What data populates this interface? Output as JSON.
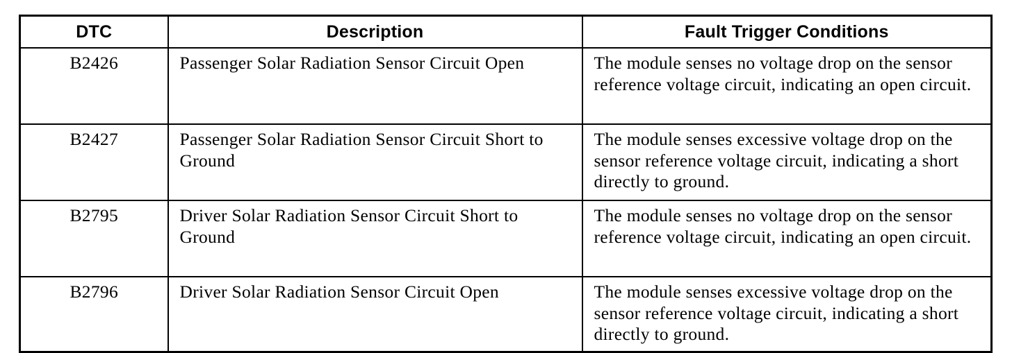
{
  "table": {
    "headers": [
      "DTC",
      "Description",
      "Fault Trigger Conditions"
    ],
    "rows": [
      {
        "dtc": "B2426",
        "description": "Passenger Solar Radiation Sensor Circuit Open",
        "conditions": "The module senses no voltage drop on the sensor reference voltage circuit, indicating an open circuit."
      },
      {
        "dtc": "B2427",
        "description": "Passenger Solar Radiation Sensor Circuit Short to Ground",
        "conditions": "The module senses excessive voltage drop on the sensor reference voltage circuit, indicating a short directly to ground."
      },
      {
        "dtc": "B2795",
        "description": "Driver Solar Radiation Sensor Circuit Short to Ground",
        "conditions": "The module senses no voltage drop on the sensor reference voltage circuit, indicating an open circuit."
      },
      {
        "dtc": "B2796",
        "description": "Driver Solar Radiation Sensor Circuit Open",
        "conditions": "The module senses excessive voltage drop on the sensor reference voltage circuit, indicating a short directly to ground."
      }
    ]
  }
}
